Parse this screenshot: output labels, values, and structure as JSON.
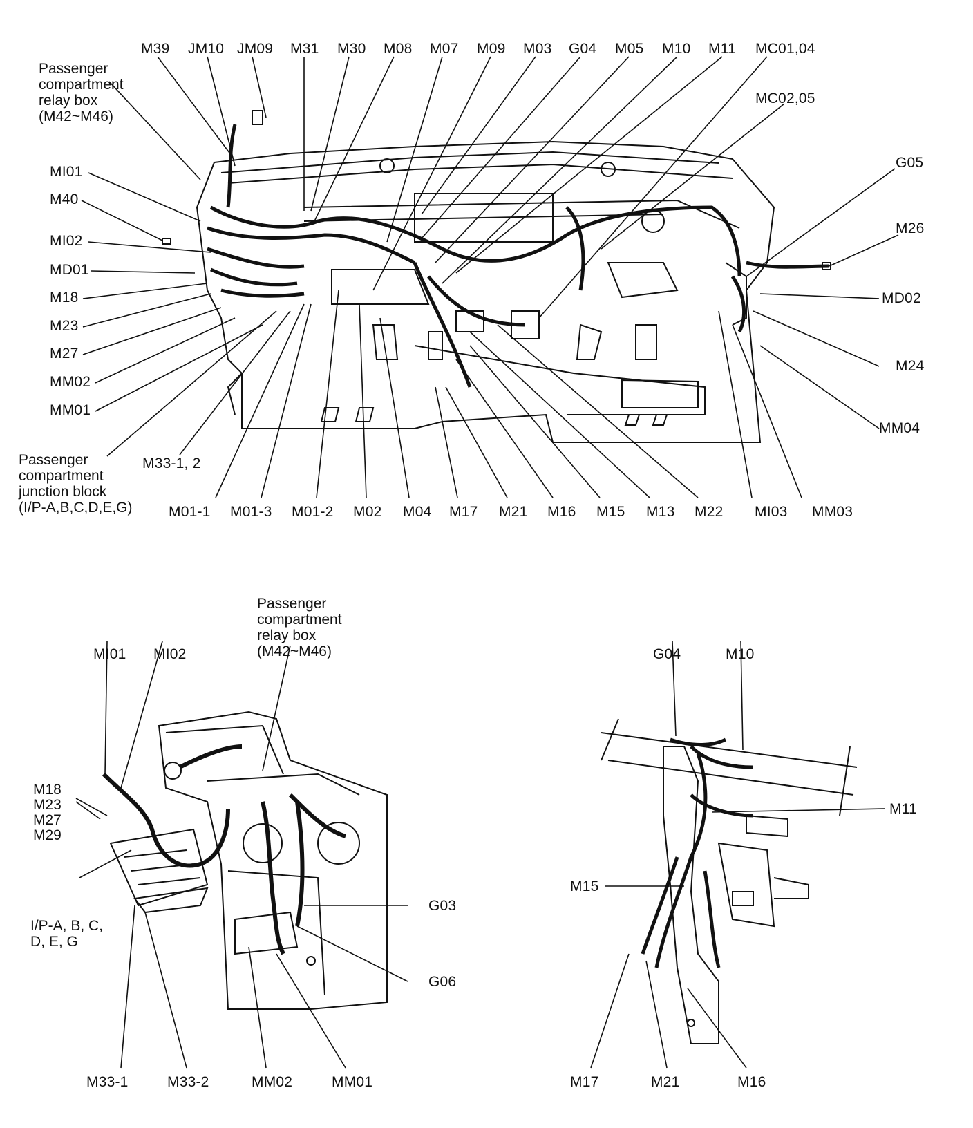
{
  "top_view": {
    "top_row_labels": [
      "M39",
      "JM10",
      "JM09",
      "M31",
      "M30",
      "M08",
      "M07",
      "M09",
      "M03",
      "G04",
      "M05",
      "M10",
      "M11",
      "MC01,04"
    ],
    "mc02_label": "MC02,05",
    "relay_box_lines": [
      "Passenger",
      "compartment",
      "relay box",
      "(M42~M46)"
    ],
    "left_labels": [
      "MI01",
      "M40",
      "MI02",
      "MD01",
      "M18",
      "M23",
      "M27",
      "MM02",
      "MM01"
    ],
    "right_labels": [
      "G05",
      "M26",
      "MD02",
      "M24",
      "MM04"
    ],
    "m33_label": "M33-1, 2",
    "junction_block_lines": [
      "Passenger",
      "compartment",
      "junction block",
      "(I/P-A,B,C,D,E,G)"
    ],
    "bottom_row_labels": [
      "M01-1",
      "M01-3",
      "M01-2",
      "M02",
      "M04",
      "M17",
      "M21",
      "M16",
      "M15",
      "M13",
      "M22",
      "MI03",
      "MM03"
    ]
  },
  "left_detail": {
    "relay_box_lines": [
      "Passenger",
      "compartment",
      "relay box",
      "(M42~M46)"
    ],
    "mi01_label": "MI01",
    "mi02_label": "MI02",
    "connector_group_labels": [
      "M18",
      "M23",
      "M27",
      "M29"
    ],
    "ip_lines": [
      "I/P-A, B, C,",
      "D, E, G"
    ],
    "g03_label": "G03",
    "g06_label": "G06",
    "bottom_labels": [
      "M33-1",
      "M33-2",
      "MM02",
      "MM01"
    ]
  },
  "right_detail": {
    "g04_label": "G04",
    "m10_label": "M10",
    "m11_label": "M11",
    "m15_label": "M15",
    "bottom_labels": [
      "M17",
      "M21",
      "M16"
    ]
  }
}
